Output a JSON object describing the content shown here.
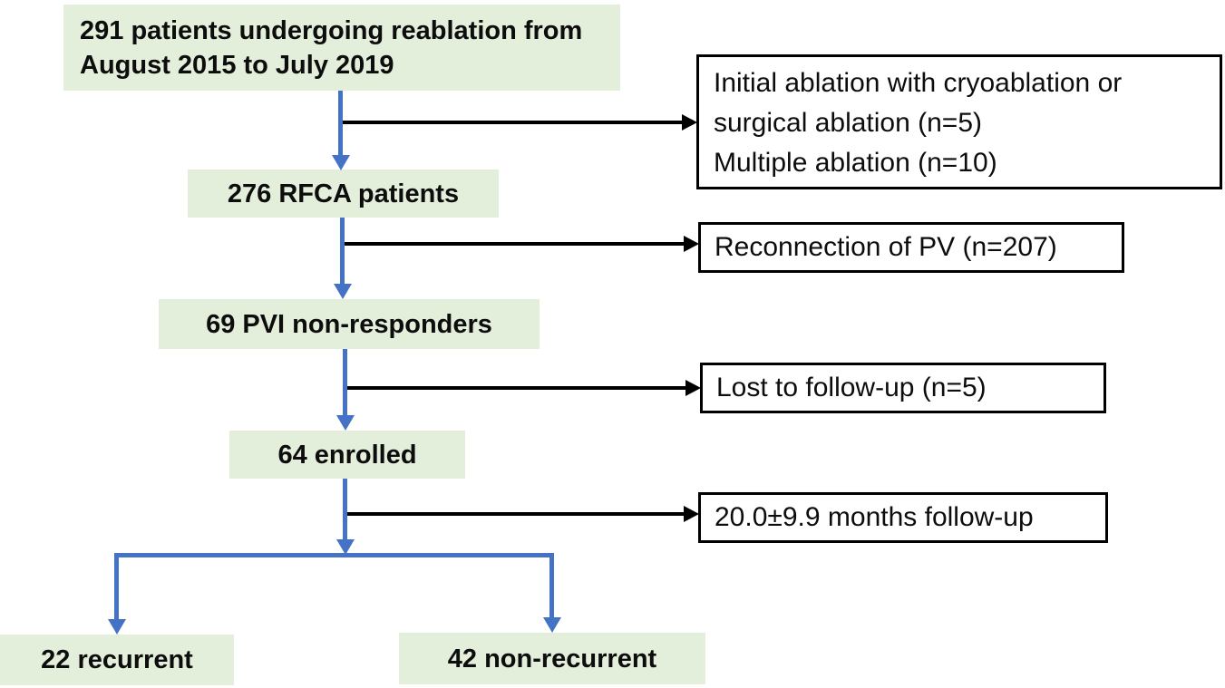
{
  "colors": {
    "node_fill": "#e3efda",
    "flow_arrow": "#4472c4",
    "exclusion_arrow": "#000000",
    "exclusion_border": "#000000",
    "text": "#0d0d0d"
  },
  "nodes": {
    "reablation": "291 patients undergoing reablation from August 2015 to July 2019",
    "rfca": "276 RFCA patients",
    "pvi": "69 PVI non-responders",
    "enrolled": "64 enrolled",
    "recurrent": "22 recurrent",
    "non_recurrent": "42 non-recurrent"
  },
  "side_boxes": {
    "initial_ablation": {
      "lines": [
        "Initial ablation with cryoablation or surgical ablation (n=5)",
        "Multiple ablation (n=10)"
      ]
    },
    "reconnection": "Reconnection of PV (n=207)",
    "lost_follow_up": "Lost to follow-up (n=5)",
    "follow_up_duration": "20.0±9.9 months follow-up"
  }
}
